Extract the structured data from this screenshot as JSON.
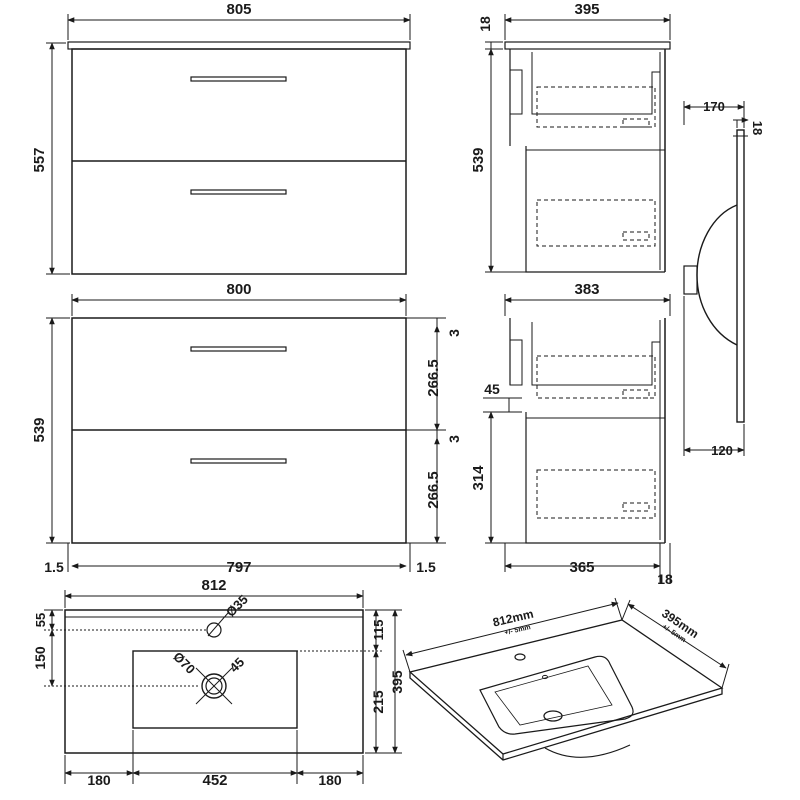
{
  "front_top": {
    "width": "805",
    "height": "557"
  },
  "side_top": {
    "top": "18",
    "depth": "395",
    "height": "539"
  },
  "basin_profile": {
    "depth": "170",
    "thickness": "18",
    "bottom": "120"
  },
  "front_bottom": {
    "width": "800",
    "height": "539",
    "gap_top": "3",
    "drawer_top": "266.5",
    "gap_mid": "3",
    "drawer_bottom": "266.5",
    "side_left": "1.5",
    "inner_width": "797",
    "side_right": "1.5"
  },
  "side_bottom": {
    "depth": "383",
    "gap": "45",
    "height": "314",
    "carcass": "365",
    "door": "18"
  },
  "plan": {
    "width": "812",
    "depth": "395",
    "rear_strip": "55",
    "tap_offset": "150",
    "tap_hole": "Ø35",
    "waste_hole": "Ø70",
    "overflow": "45",
    "front_right": "115",
    "bowl_depth": "215",
    "left_margin": "180",
    "bowl_width": "452",
    "right_margin": "180"
  },
  "iso": {
    "width": "812mm",
    "width_tol": "+/- 5mm",
    "depth": "395mm",
    "depth_tol": "+/- 5mm"
  }
}
